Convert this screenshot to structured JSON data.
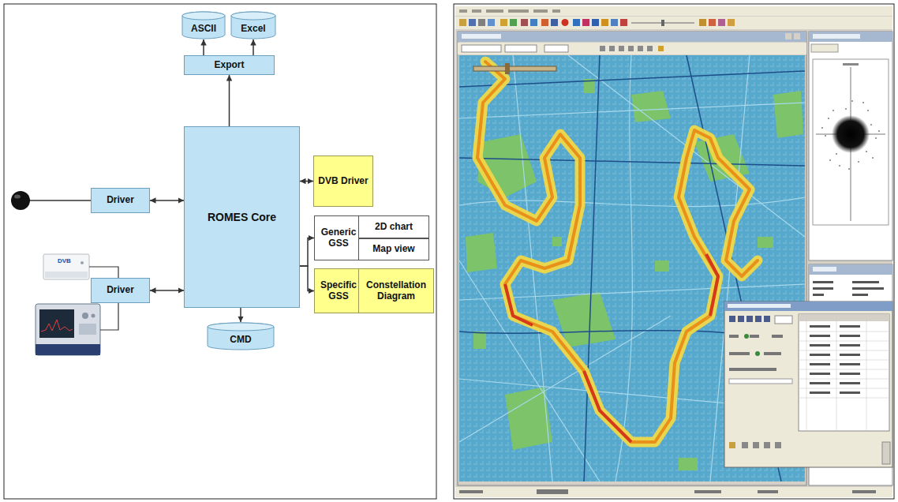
{
  "diagram": {
    "nodes": [
      {
        "text": [
          "ASCII"
        ]
      },
      {
        "text": [
          "Excel"
        ]
      },
      {
        "text": [
          "Export"
        ]
      },
      {
        "text": [
          "ROMES Core"
        ]
      },
      {
        "text": [
          "DVB Driver"
        ]
      },
      {
        "text": [
          "Driver"
        ]
      },
      {
        "text": [
          "Generic GSS"
        ]
      },
      {
        "text": [
          "2D chart"
        ]
      },
      {
        "text": [
          "Map view"
        ]
      },
      {
        "text": [
          "Driver"
        ]
      },
      {
        "text": [
          "Specific GSS"
        ]
      },
      {
        "text": [
          "Constellation Diagram"
        ]
      },
      {
        "text": [
          "CMD"
        ]
      }
    ],
    "edges": [
      {
        "from": 2,
        "to": 0,
        "arrow": "to"
      },
      {
        "from": 2,
        "to": 1,
        "arrow": "to"
      },
      {
        "from": 3,
        "to": 2,
        "arrow": "to"
      },
      {
        "from": 5,
        "to": 3,
        "arrow": "both"
      },
      {
        "from": 3,
        "to": 4,
        "arrow": "both"
      },
      {
        "from": 9,
        "to": 3,
        "arrow": "both"
      },
      {
        "from": 3,
        "to": 6,
        "arrow": "to"
      },
      {
        "from": 3,
        "to": 10,
        "arrow": "to"
      },
      {
        "from": 3,
        "to": 12,
        "arrow": "to"
      }
    ],
    "labels": [
      "DVB"
    ]
  }
}
